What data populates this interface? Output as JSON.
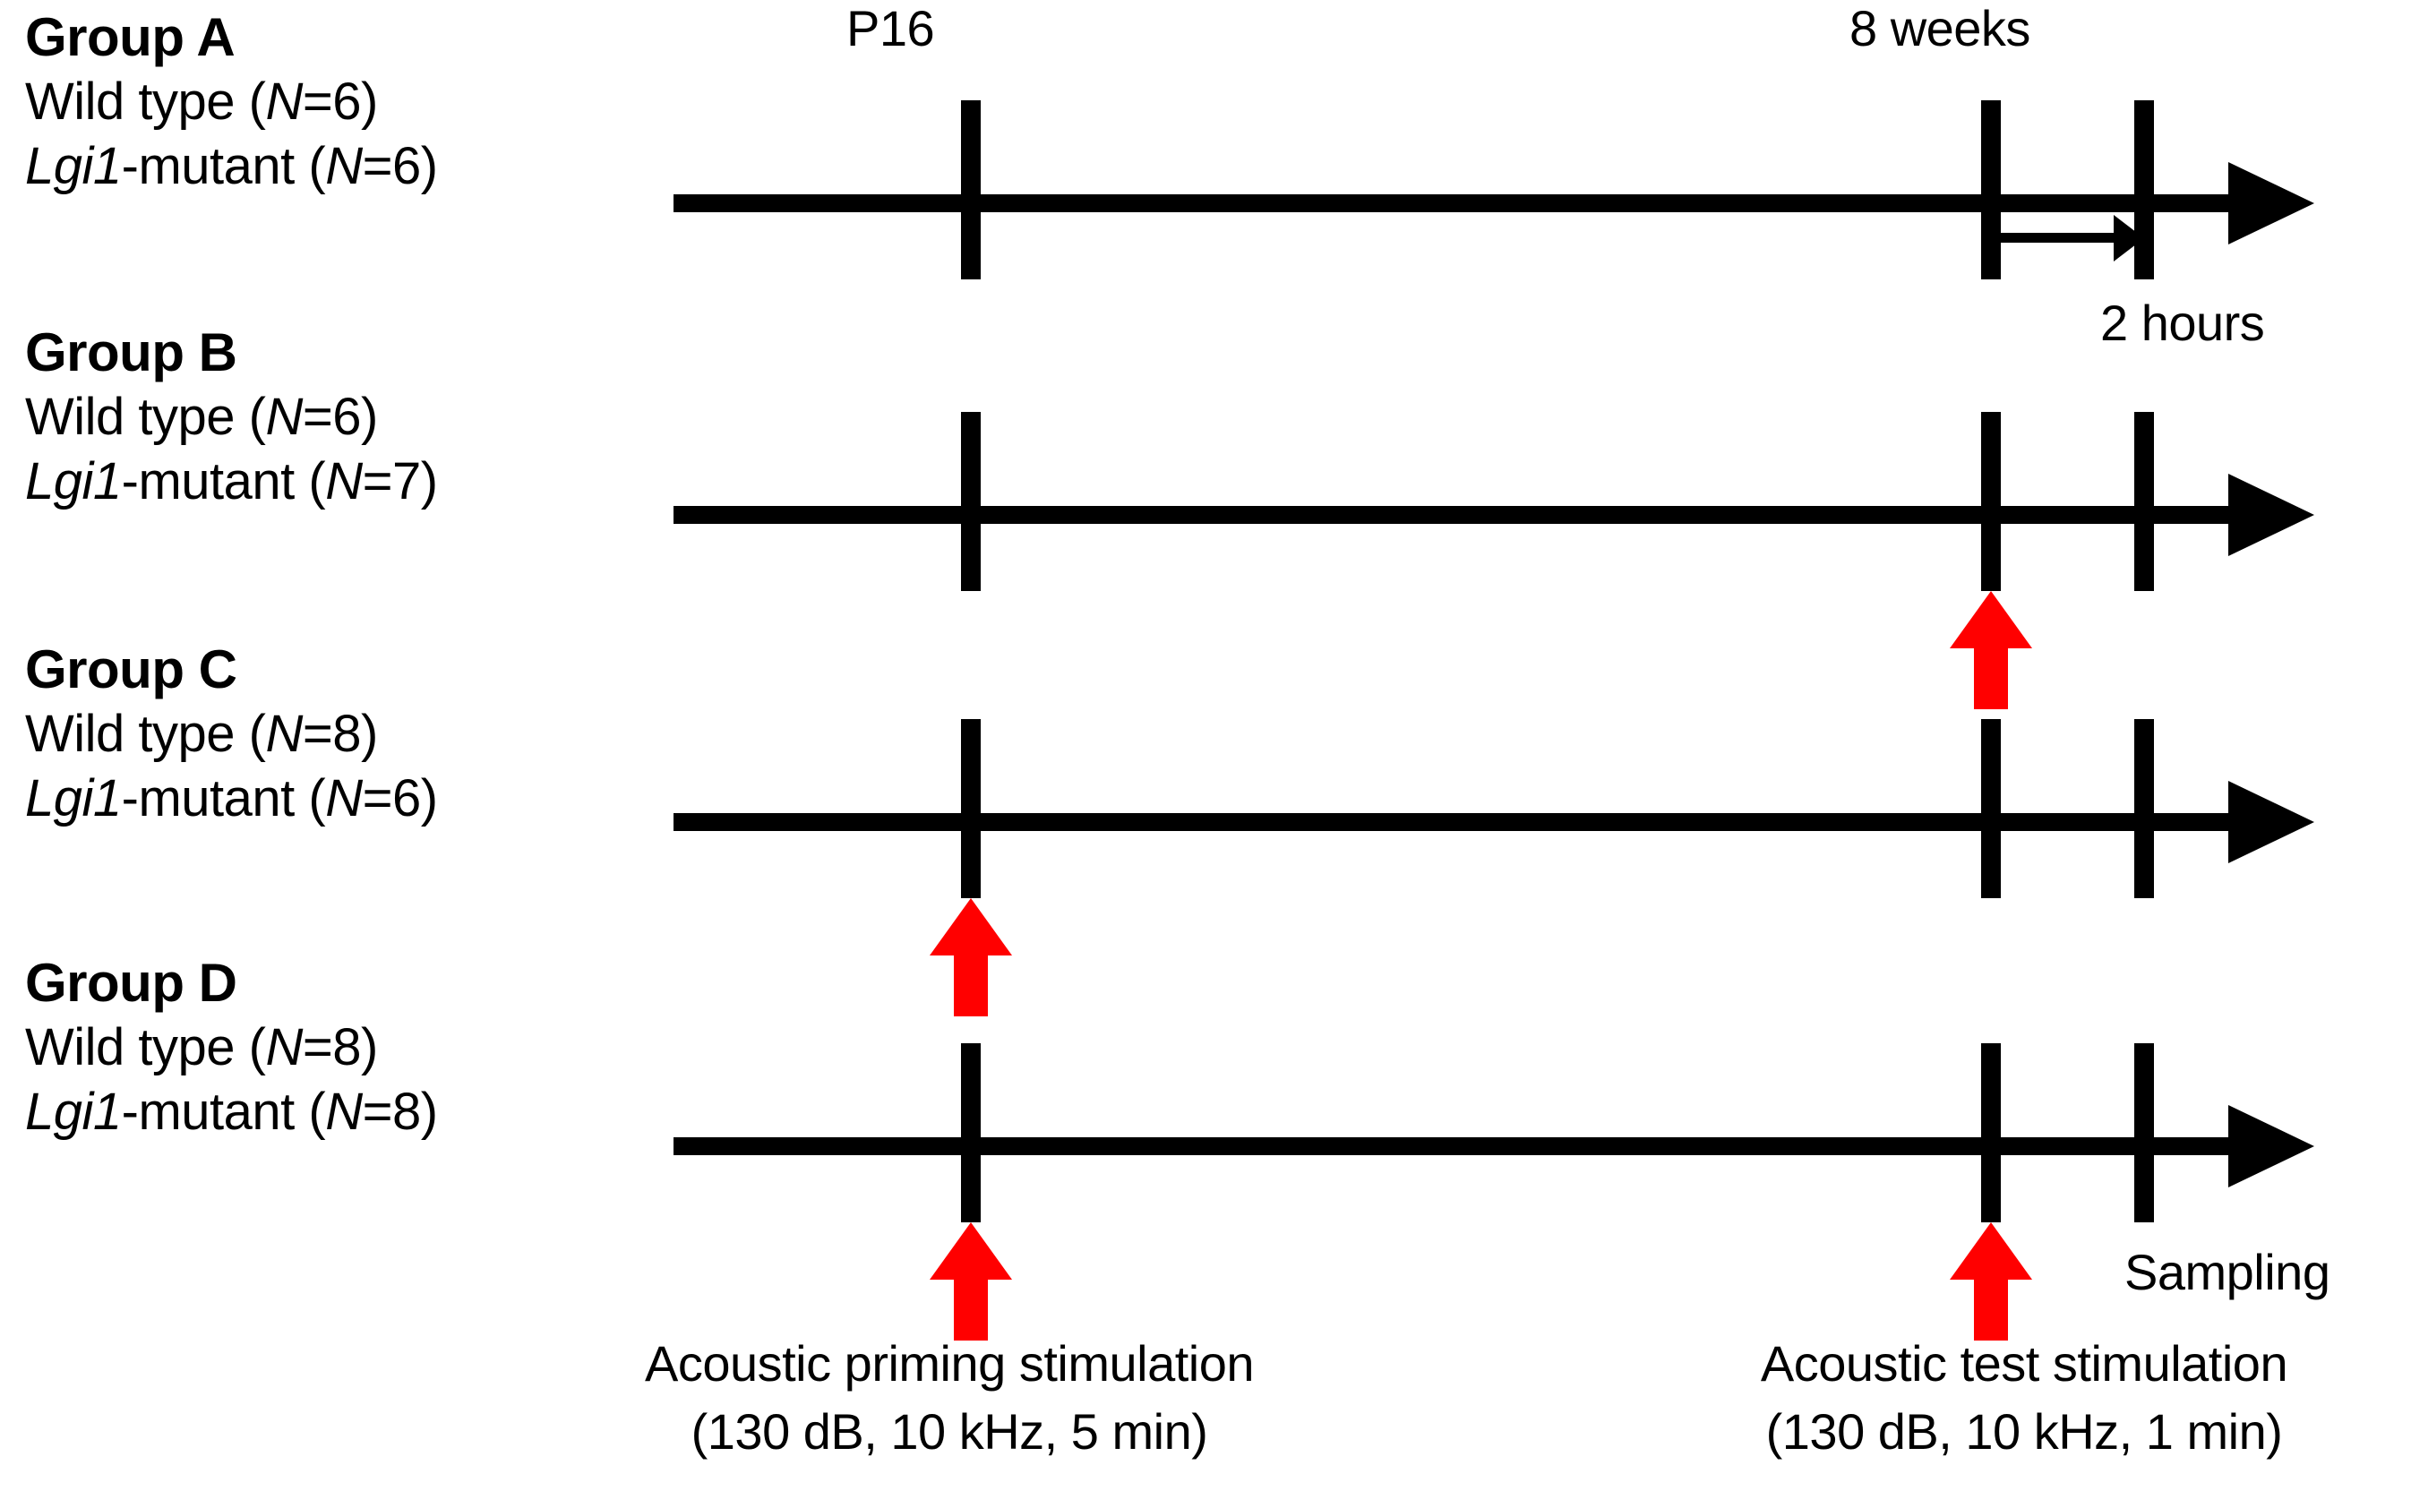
{
  "figure": {
    "title_top_ticks": {
      "priming": "P16",
      "test": "8 weeks"
    },
    "groups": [
      {
        "title": "Group A",
        "wild_type": "Wild type (",
        "wild_type_n_sym": "N",
        "wild_type_n_val": "=6)",
        "mutant_gene": "Lgi1",
        "mutant_rest": "-mutant (",
        "mutant_n_sym": "N",
        "mutant_n_val": "=6)",
        "priming_arrow": false,
        "test_arrow": false
      },
      {
        "title": "Group B",
        "wild_type": "Wild type (",
        "wild_type_n_sym": "N",
        "wild_type_n_val": "=6)",
        "mutant_gene": "Lgi1",
        "mutant_rest": "-mutant (",
        "mutant_n_sym": "N",
        "mutant_n_val": "=7)",
        "priming_arrow": false,
        "test_arrow": true
      },
      {
        "title": "Group C",
        "wild_type": "Wild type (",
        "wild_type_n_sym": "N",
        "wild_type_n_val": "=8)",
        "mutant_gene": "Lgi1",
        "mutant_rest": "-mutant (",
        "mutant_n_sym": "N",
        "mutant_n_val": "=6)",
        "priming_arrow": true,
        "test_arrow": false
      },
      {
        "title": "Group D",
        "wild_type": "Wild type (",
        "wild_type_n_sym": "N",
        "wild_type_n_val": "=8)",
        "mutant_gene": "Lgi1",
        "mutant_rest": "-mutant (",
        "mutant_n_sym": "N",
        "mutant_n_val": "=8)",
        "priming_arrow": true,
        "test_arrow": true
      }
    ],
    "annotations": {
      "two_hours": "2 hours",
      "sampling": "Sampling",
      "priming_caption_line1": "Acoustic priming stimulation",
      "priming_caption_line2": "(130 dB, 10 kHz, 5 min)",
      "test_caption_line1": "Acoustic test stimulation",
      "test_caption_line2": "(130 dB, 10 kHz, 1 min)"
    },
    "colors": {
      "stimulation_arrow": "#FF0000",
      "timeline": "#000000",
      "background": "#FFFFFF"
    }
  }
}
